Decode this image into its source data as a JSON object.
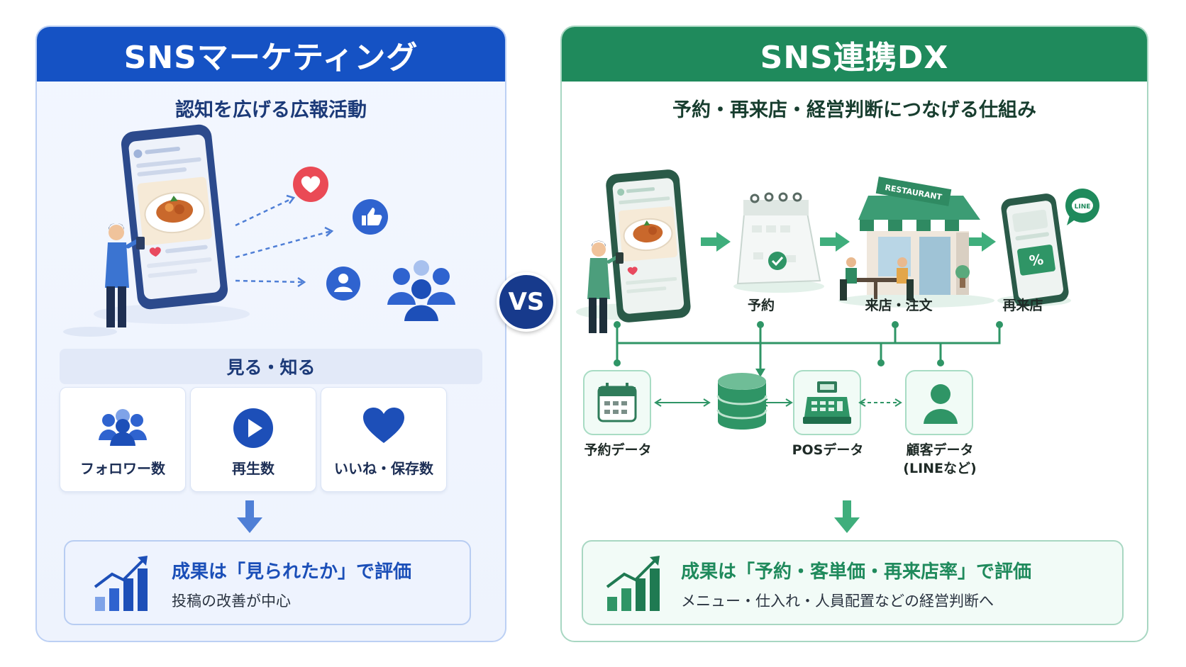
{
  "left": {
    "title": "SNSマーケティング",
    "subtitle": "認知を広げる広報活動",
    "metrics_header": "見る・知る",
    "metrics": [
      {
        "label": "フォロワー数",
        "icon": "followers-icon"
      },
      {
        "label": "再生数",
        "icon": "play-icon"
      },
      {
        "label": "いいね・保存数",
        "icon": "heart-icon"
      }
    ],
    "result_title": "成果は「見られたか」で評価",
    "result_text": "投稿の改善が中心",
    "accent": "#1552c4"
  },
  "vs": "VS",
  "right": {
    "title": "SNS連携DX",
    "subtitle": "予約・再来店・経営判断につなげる仕組み",
    "steps": [
      "予約",
      "来店・注文",
      "再来店"
    ],
    "restaurant_sign": "RESTAURANT",
    "line_badge": "LINE",
    "coupon_mark": "%",
    "data_sources": [
      {
        "label": "予約データ",
        "icon": "calendar-data-icon"
      },
      {
        "label": "",
        "icon": "database-icon"
      },
      {
        "label": "POSデータ",
        "icon": "pos-register-icon"
      },
      {
        "label": "顧客データ",
        "label2": "(LINEなど)",
        "icon": "customer-icon"
      }
    ],
    "result_title": "成果は「予約・客単価・再来店率」で評価",
    "result_text": "メニュー・仕入れ・人員配置などの経営判断へ",
    "accent": "#1f8a5c"
  }
}
